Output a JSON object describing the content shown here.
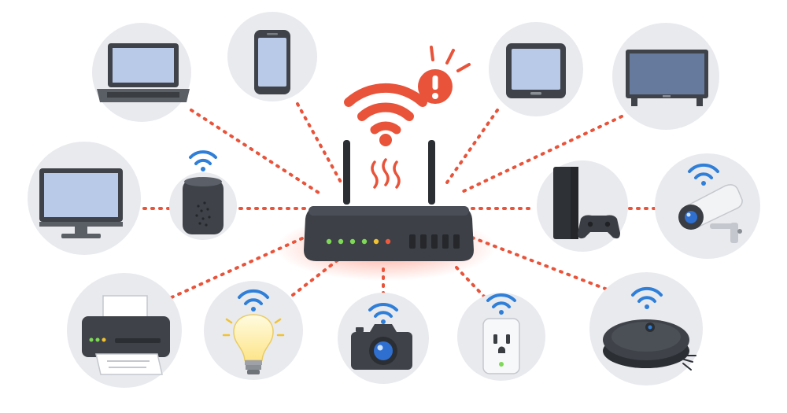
{
  "colors": {
    "link": "#e8533a",
    "alert": "#e8533a",
    "circle_bg": "#e9eaee",
    "device_dark": "#3f4349",
    "screen": "#b9c9e8",
    "wifi_blue": "#2f7fd9",
    "router_body": "#3d4047",
    "led_green": "#7ed957",
    "led_yellow": "#f2c230",
    "led_red": "#f05a3c",
    "glow": "#ff5a3c"
  },
  "hub": {
    "name": "wifi-router",
    "status": "overheating-alert"
  },
  "devices": [
    {
      "name": "laptop",
      "icon": "laptop-icon",
      "has_wifi_badge": false
    },
    {
      "name": "smartphone",
      "icon": "smartphone-icon",
      "has_wifi_badge": false
    },
    {
      "name": "tablet",
      "icon": "tablet-icon",
      "has_wifi_badge": false
    },
    {
      "name": "smart-tv",
      "icon": "tv-icon",
      "has_wifi_badge": false
    },
    {
      "name": "desktop-monitor",
      "icon": "monitor-icon",
      "has_wifi_badge": false
    },
    {
      "name": "smart-speaker",
      "icon": "speaker-icon",
      "has_wifi_badge": true
    },
    {
      "name": "game-console",
      "icon": "game-console-icon",
      "has_wifi_badge": false
    },
    {
      "name": "security-camera",
      "icon": "security-camera-icon",
      "has_wifi_badge": true
    },
    {
      "name": "printer",
      "icon": "printer-icon",
      "has_wifi_badge": false
    },
    {
      "name": "smart-bulb",
      "icon": "light-bulb-icon",
      "has_wifi_badge": true
    },
    {
      "name": "camera",
      "icon": "camera-icon",
      "has_wifi_badge": true
    },
    {
      "name": "smart-plug",
      "icon": "smart-plug-icon",
      "has_wifi_badge": true
    },
    {
      "name": "robot-vacuum",
      "icon": "robot-vacuum-icon",
      "has_wifi_badge": true
    }
  ]
}
